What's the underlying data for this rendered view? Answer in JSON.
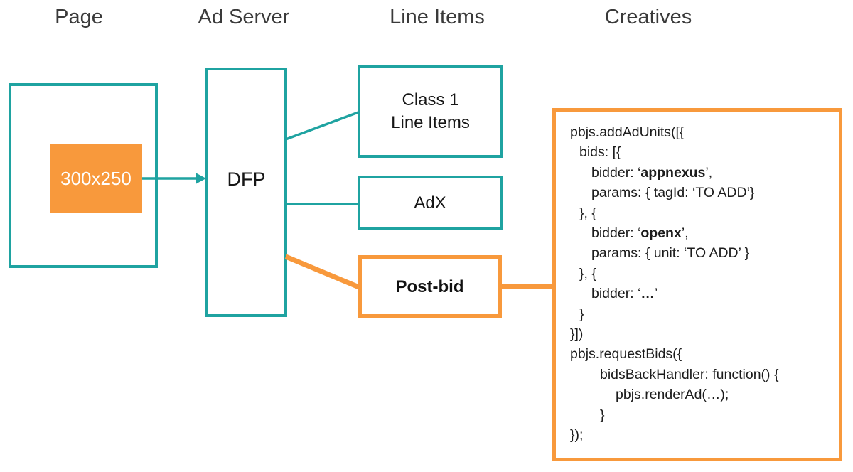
{
  "headers": [
    "Page",
    "Ad Server",
    "Line Items",
    "Creatives"
  ],
  "page": {
    "ad_slot": "300x250"
  },
  "ad_server": {
    "dfp": "DFP"
  },
  "line_items": {
    "class1_line1": "Class 1",
    "class1_line2": "Line Items",
    "adx": "AdX",
    "postbid": "Post-bid"
  },
  "creatives": {
    "code_lines": [
      {
        "indent": 0,
        "segments": [
          {
            "text": "pbjs.addAdUnits([{"
          }
        ]
      },
      {
        "indent": 13,
        "segments": [
          {
            "text": "bids: [{"
          }
        ]
      },
      {
        "indent": 30,
        "segments": [
          {
            "text": "bidder: ‘"
          },
          {
            "text": "appnexus",
            "bold": true
          },
          {
            "text": "’,"
          }
        ]
      },
      {
        "indent": 30,
        "segments": [
          {
            "text": "params: { tagId: ‘TO ADD’}"
          }
        ]
      },
      {
        "indent": 13,
        "segments": [
          {
            "text": "}, {"
          }
        ]
      },
      {
        "indent": 30,
        "segments": [
          {
            "text": "bidder: ‘"
          },
          {
            "text": "openx",
            "bold": true
          },
          {
            "text": "’,"
          }
        ]
      },
      {
        "indent": 30,
        "segments": [
          {
            "text": "params: { unit: ‘TO ADD’ }"
          }
        ]
      },
      {
        "indent": 13,
        "segments": [
          {
            "text": "}, {"
          }
        ]
      },
      {
        "indent": 30,
        "segments": [
          {
            "text": "bidder: ‘"
          },
          {
            "text": "…",
            "bold": true
          },
          {
            "text": "’"
          }
        ]
      },
      {
        "indent": 13,
        "segments": [
          {
            "text": "}"
          }
        ]
      },
      {
        "indent": 0,
        "segments": [
          {
            "text": "}])"
          }
        ]
      },
      {
        "indent": 0,
        "segments": [
          {
            "text": "pbjs.requestBids({"
          }
        ]
      },
      {
        "indent": 42,
        "segments": [
          {
            "text": "bidsBackHandler: function() {"
          }
        ]
      },
      {
        "indent": 64,
        "segments": [
          {
            "text": "pbjs.renderAd(…);"
          }
        ]
      },
      {
        "indent": 42,
        "segments": [
          {
            "text": "}"
          }
        ]
      },
      {
        "indent": 0,
        "segments": [
          {
            "text": "});"
          }
        ]
      }
    ]
  },
  "connectors": [
    {
      "from": "ad-slot",
      "to": "dfp-box",
      "style": "teal-arrow"
    },
    {
      "from": "dfp-box",
      "to": "class1-box",
      "style": "teal-line"
    },
    {
      "from": "dfp-box",
      "to": "adx-box",
      "style": "teal-line"
    },
    {
      "from": "dfp-box",
      "to": "postbid-box",
      "style": "orange-line"
    },
    {
      "from": "postbid-box",
      "to": "code-box",
      "style": "orange-line"
    }
  ],
  "colors": {
    "teal": "#1fa3a1",
    "orange": "#f8993c",
    "heading_text": "#3a3a3a",
    "code_text": "#1c1c1c"
  }
}
